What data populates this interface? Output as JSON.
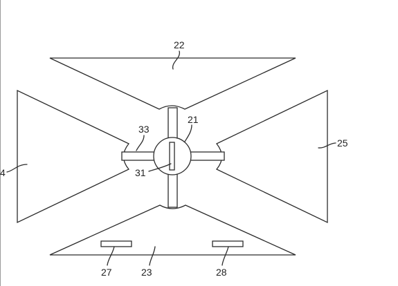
{
  "labels": {
    "top_panel": "22",
    "left_panel": "4",
    "right_panel": "25",
    "bottom_panel": "23",
    "hub": "21",
    "arm": "33",
    "slot": "31",
    "pad_left": "27",
    "pad_right": "28"
  },
  "colors": {
    "line": "#2b2b2b",
    "background": "#ffffff"
  }
}
